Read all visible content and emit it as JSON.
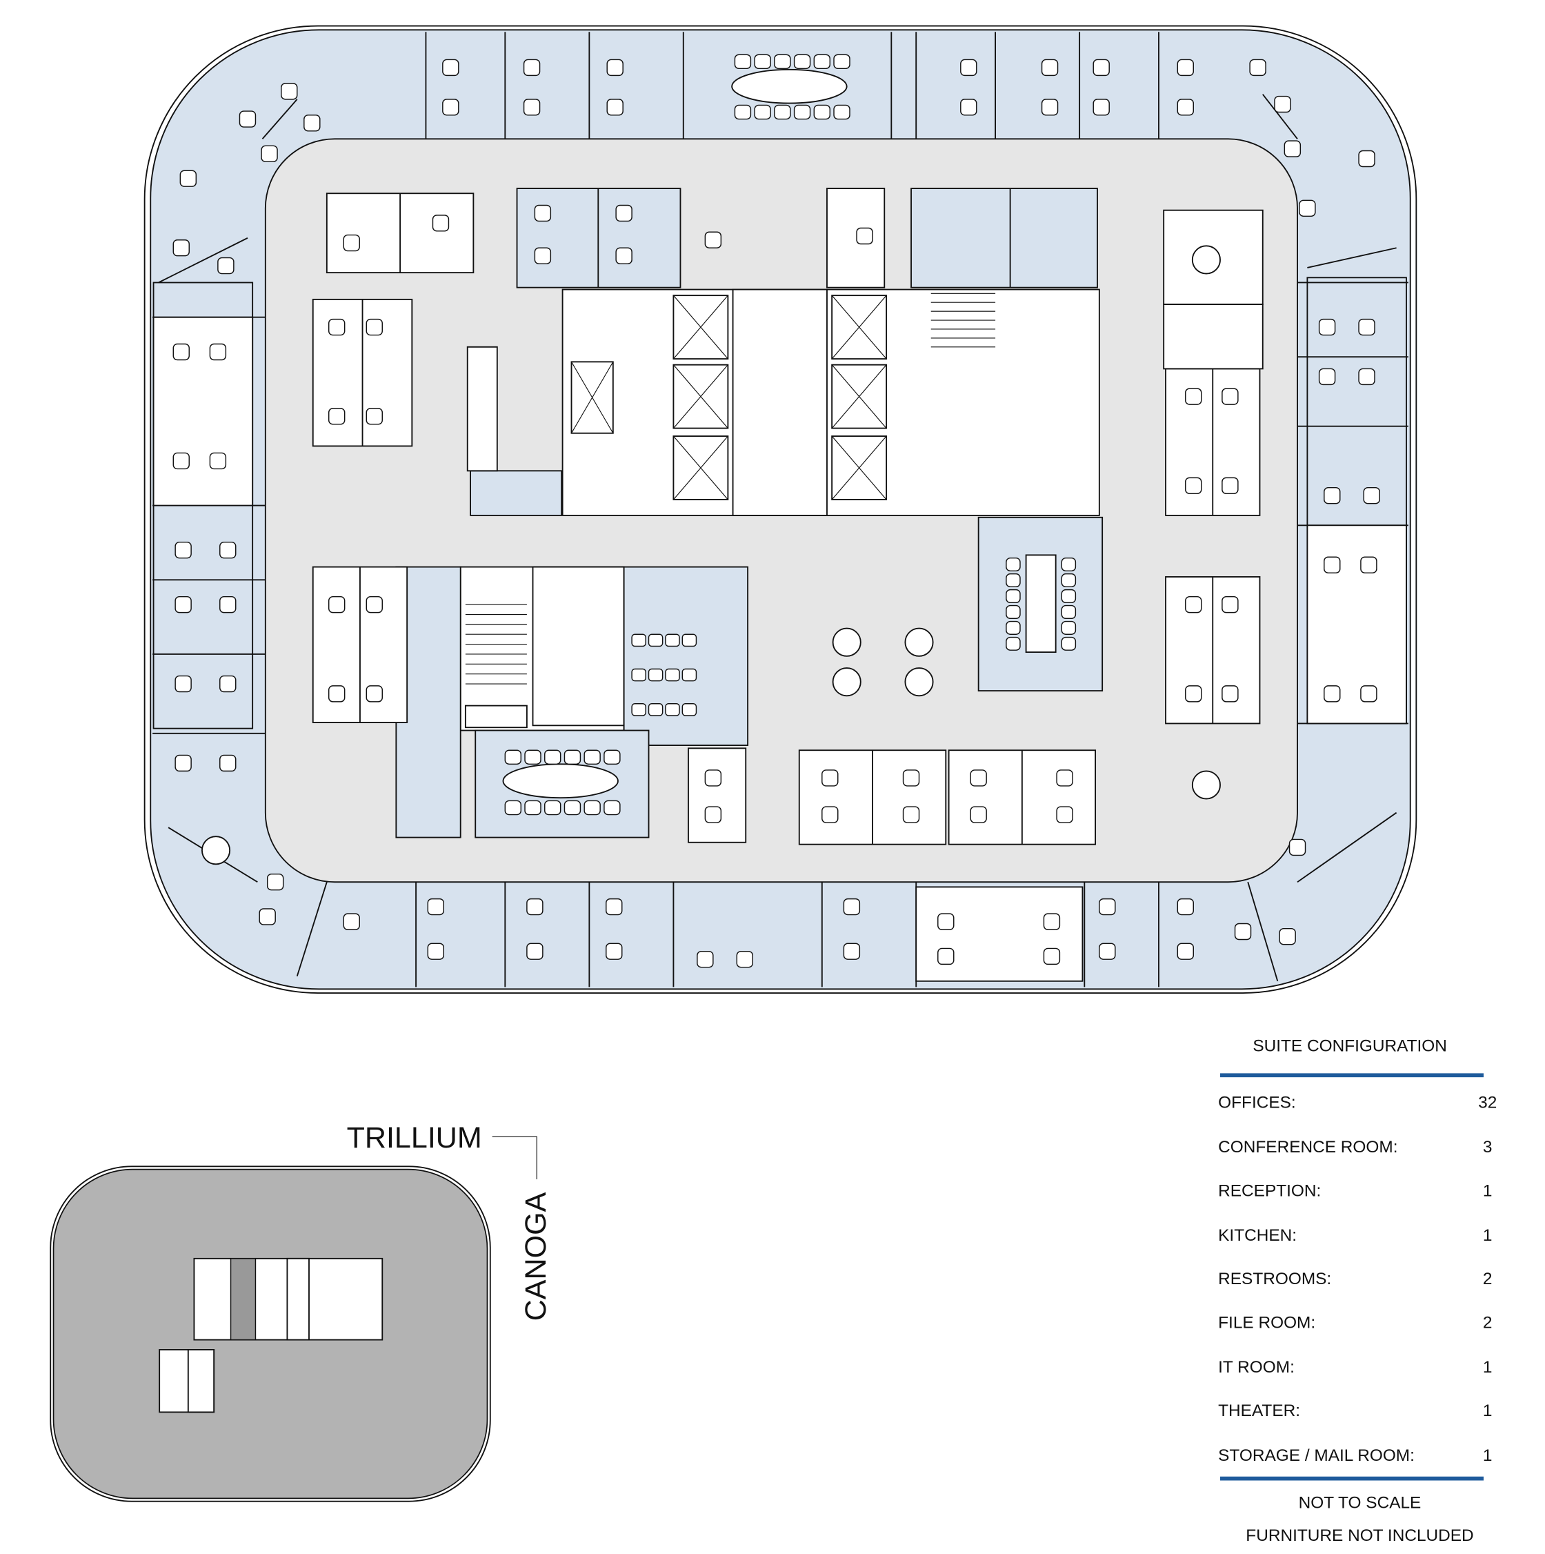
{
  "floorplan": {
    "labels": {
      "street_north": "TRILLIUM",
      "street_east": "CANOGA"
    }
  },
  "legend": {
    "title": "SUITE CONFIGURATION",
    "items": [
      {
        "label": "OFFICES:",
        "value": "32"
      },
      {
        "label": "CONFERENCE ROOM:",
        "value": "3"
      },
      {
        "label": "RECEPTION:",
        "value": "1"
      },
      {
        "label": "KITCHEN:",
        "value": "1"
      },
      {
        "label": "RESTROOMS:",
        "value": "2"
      },
      {
        "label": "FILE ROOM:",
        "value": "2"
      },
      {
        "label": "IT ROOM:",
        "value": "1"
      },
      {
        "label": "THEATER:",
        "value": "1"
      },
      {
        "label": "STORAGE / MAIL ROOM:",
        "value": "1"
      }
    ],
    "notes": [
      "NOT TO SCALE",
      "FURNITURE NOT INCLUDED"
    ],
    "rule_color": "#1f5b9c"
  },
  "colors": {
    "office": "#d7e2ee",
    "corridor": "#e6e6e6",
    "keyplan": "#b3b3b3"
  }
}
